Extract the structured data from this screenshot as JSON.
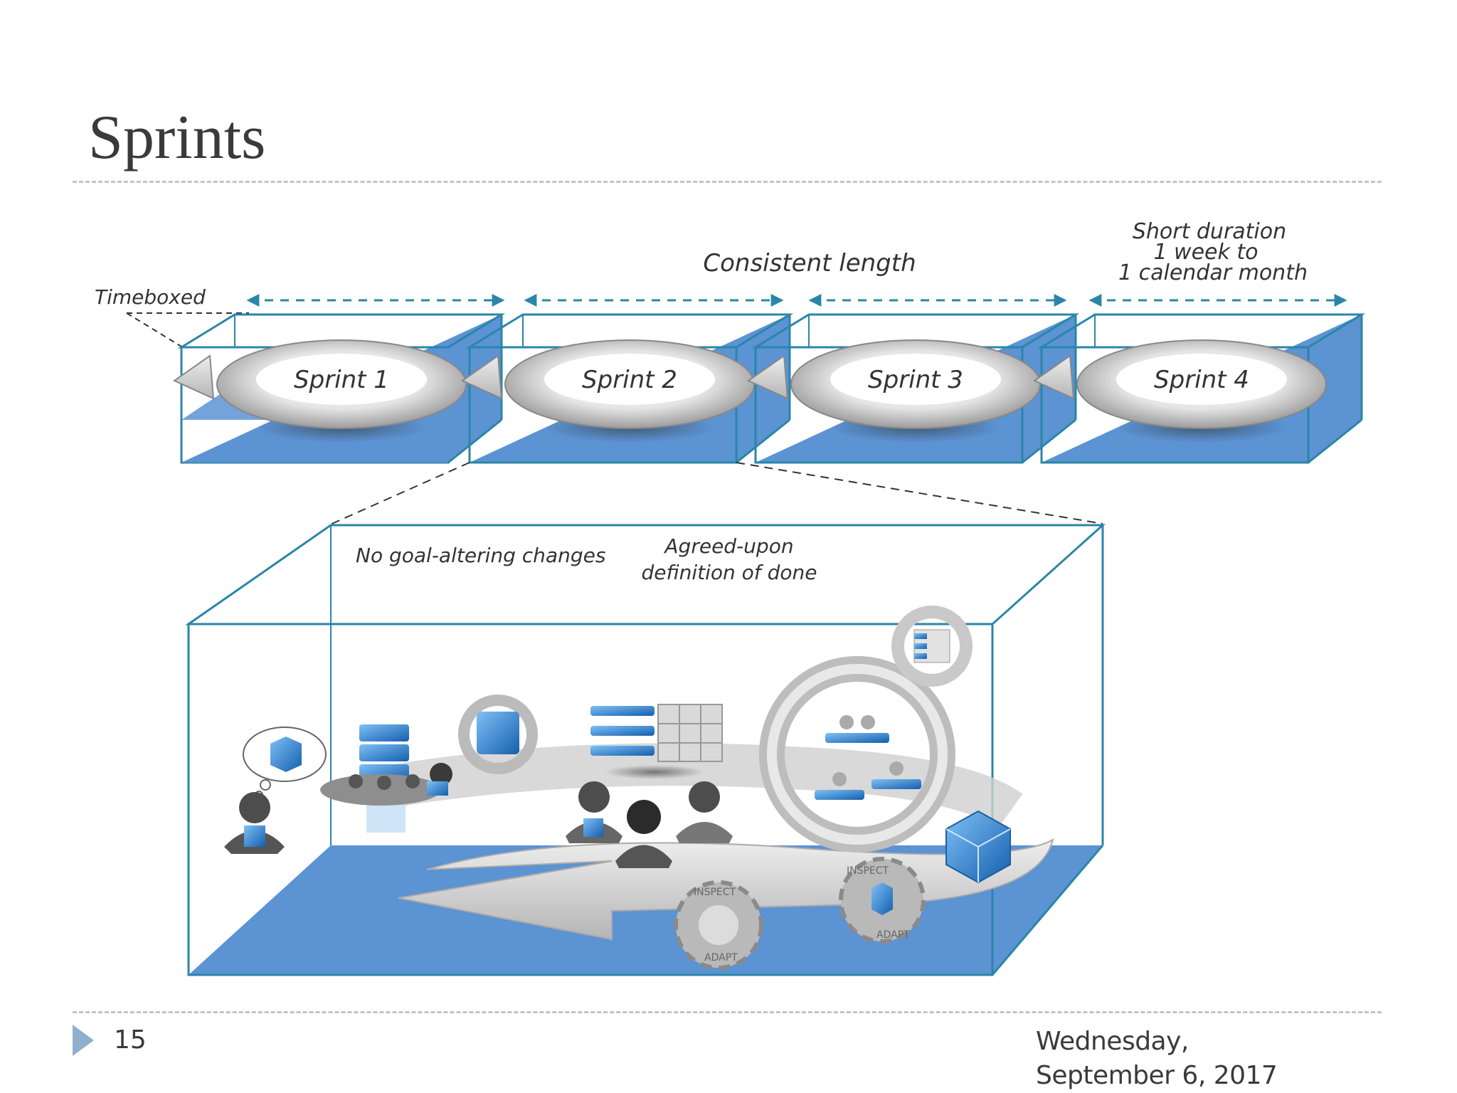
{
  "slide": {
    "title": "Sprints",
    "page_number": "15",
    "date": "Wednesday, September 6, 2017"
  },
  "diagram": {
    "timeboxed_label": "Timeboxed",
    "consistent_length_label": "Consistent length",
    "short_duration_label": [
      "Short duration",
      "1 week to",
      "1 calendar month"
    ],
    "sprints": [
      "Sprint 1",
      "Sprint 2",
      "Sprint 3",
      "Sprint 4"
    ],
    "no_goal_changes_label": "No goal-altering changes",
    "done_label": [
      "Agreed-upon",
      "definition of done"
    ],
    "inspect_label": "INSPECT",
    "adapt_label": "ADAPT"
  },
  "colors": {
    "box_edge": "#2a86a8",
    "floor_blue": "#5b93d3",
    "title_text": "#3a3a3a",
    "divider": "#b9c6d3",
    "accent_cube": "#2f7fd0"
  },
  "icons": [
    "thought-bubble-icon",
    "person-icon",
    "server-stack-icon",
    "hand-icon",
    "refresh-cycle-icon",
    "task-grid-icon",
    "team-people-icon",
    "org-chart-icon",
    "product-cube-icon",
    "gear-icon"
  ]
}
